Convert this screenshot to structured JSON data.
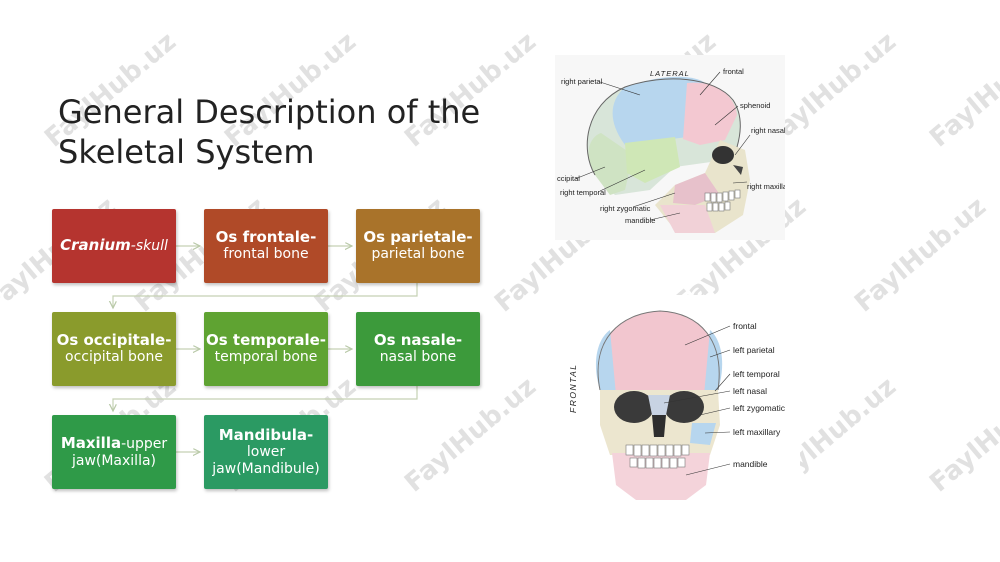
{
  "slide": {
    "title": "General Description of the Skeletal System"
  },
  "flowchart": {
    "boxes": [
      {
        "bold": "Cranium",
        "rest": "-skull",
        "color": "#b5342f",
        "italic": true
      },
      {
        "bold": "Os frontale-",
        "rest": "frontal bone",
        "color": "#b04a28"
      },
      {
        "bold": "Os parietale-",
        "rest": "parietal bone",
        "color": "#a9732a"
      },
      {
        "bold": "Os occipitale-",
        "rest": "occipital bone",
        "color": "#8a9b2c"
      },
      {
        "bold": "Os temporale-",
        "rest": "temporal bone",
        "color": "#5fa332"
      },
      {
        "bold": "Os nasale-",
        "rest": "nasal bone",
        "color": "#3c9a3b"
      },
      {
        "bold": "Maxilla",
        "rest": "-upper jaw(Maxilla)",
        "color": "#2f9a48"
      },
      {
        "bold": "Mandibula-",
        "rest": "lower jaw(Mandibule)",
        "color": "#2b9a63"
      }
    ]
  },
  "lateral_skull": {
    "view_label": "LATERAL",
    "labels": [
      "right parietal",
      "frontal",
      "sphenoid",
      "right nasal",
      "right maxillary",
      "ccipital",
      "right temporal",
      "right zygomatic",
      "mandible"
    ]
  },
  "frontal_skull": {
    "view_label": "FRONTAL",
    "labels": [
      "frontal",
      "left parietal",
      "left temporal",
      "left nasal",
      "left zygomatic",
      "left maxillary",
      "mandible"
    ]
  },
  "watermark": {
    "text": "FaylHub.uz"
  }
}
